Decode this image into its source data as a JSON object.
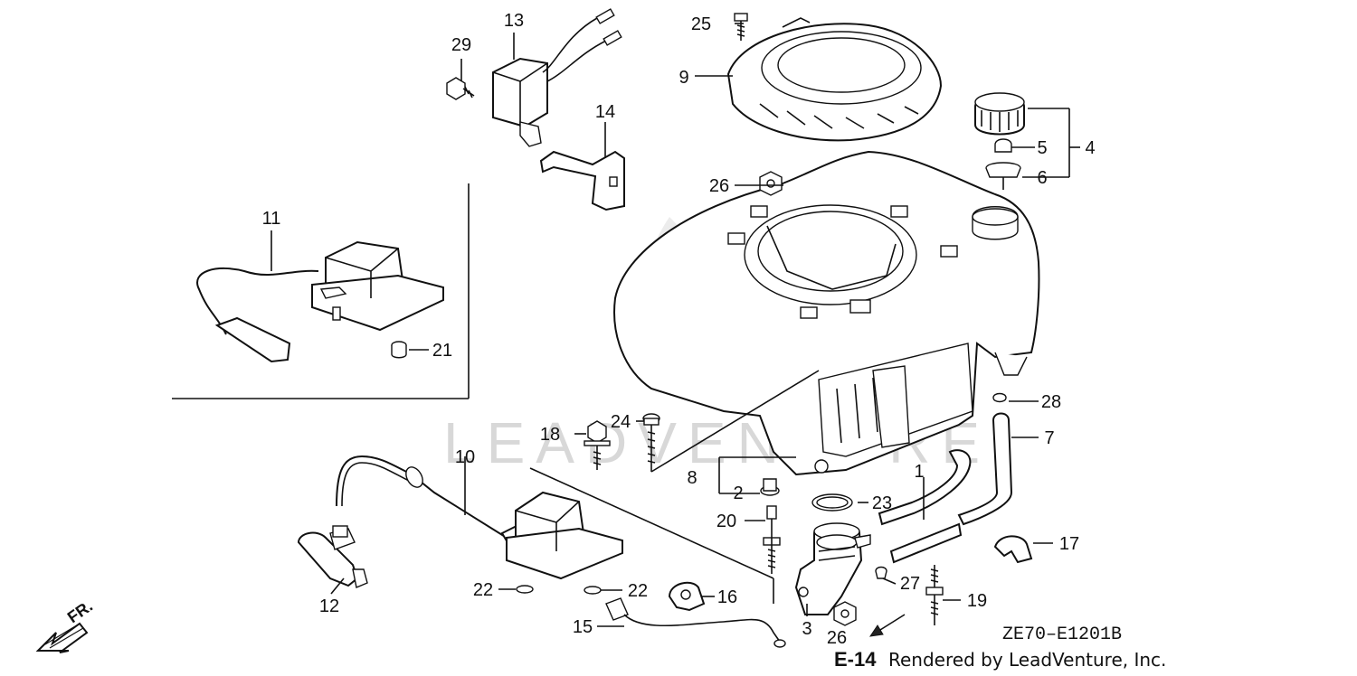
{
  "callouts": [
    {
      "label": "1"
    },
    {
      "label": "2"
    },
    {
      "label": "3"
    },
    {
      "label": "4"
    },
    {
      "label": "5"
    },
    {
      "label": "6"
    },
    {
      "label": "7"
    },
    {
      "label": "8"
    },
    {
      "label": "9"
    },
    {
      "label": "10"
    },
    {
      "label": "11"
    },
    {
      "label": "12"
    },
    {
      "label": "13"
    },
    {
      "label": "14"
    },
    {
      "label": "15"
    },
    {
      "label": "16"
    },
    {
      "label": "17"
    },
    {
      "label": "18"
    },
    {
      "label": "19"
    },
    {
      "label": "20"
    },
    {
      "label": "21"
    },
    {
      "label": "22"
    },
    {
      "label": "22"
    },
    {
      "label": "23"
    },
    {
      "label": "24"
    },
    {
      "label": "25"
    },
    {
      "label": "26"
    },
    {
      "label": "26"
    },
    {
      "label": "27"
    },
    {
      "label": "28"
    },
    {
      "label": "29"
    }
  ],
  "direction_marker": {
    "label": "FR.",
    "icon": "front-arrow-icon"
  },
  "footer": {
    "diagram_code": "ZE70–E1201B",
    "page_ref": "E-14",
    "credit": "Rendered by LeadVenture, Inc."
  },
  "watermark": {
    "text": "LEADVENTURE"
  },
  "colors": {
    "line": "#111111",
    "watermark": "#d8d8d8",
    "background": "#ffffff"
  }
}
